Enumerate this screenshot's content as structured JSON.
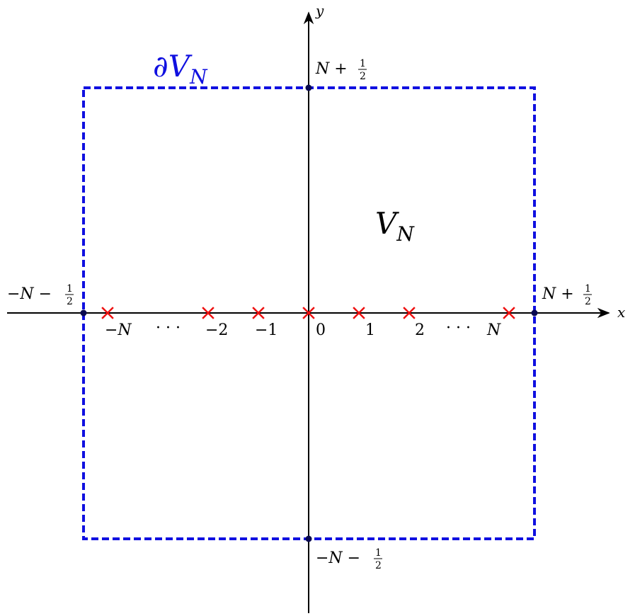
{
  "colors": {
    "axis": "#000000",
    "boundary": "#1010e0",
    "poles": "#ee1111",
    "points": "#0a0a50"
  },
  "axes": {
    "x_label": "x",
    "y_label": "y"
  },
  "region": {
    "interior_label": "V",
    "interior_sub": "N",
    "boundary_label": "∂V",
    "boundary_sub": "N"
  },
  "corner_labels": {
    "top": {
      "main": "N + ",
      "num": "1",
      "den": "2"
    },
    "bottom": {
      "main": "−N − ",
      "num": "1",
      "den": "2"
    },
    "left": {
      "main": "−N − ",
      "num": "1",
      "den": "2"
    },
    "right": {
      "main": "N + ",
      "num": "1",
      "den": "2"
    }
  },
  "tick_labels": {
    "neg_n": "−N",
    "dots_left": "· · ·",
    "neg_2": "−2",
    "neg_1": "−1",
    "zero": "0",
    "one": "1",
    "two": "2",
    "dots_right": "· · ·",
    "n": "N"
  }
}
